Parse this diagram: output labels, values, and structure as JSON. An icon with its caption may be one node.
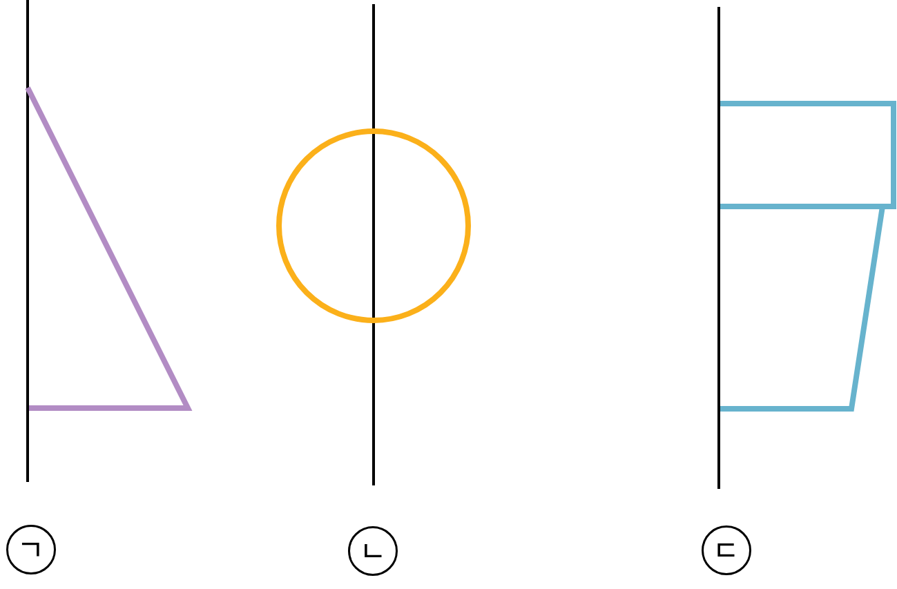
{
  "diagram": {
    "labels": [
      "ㄱ",
      "ㄴ",
      "ㄷ"
    ]
  }
}
